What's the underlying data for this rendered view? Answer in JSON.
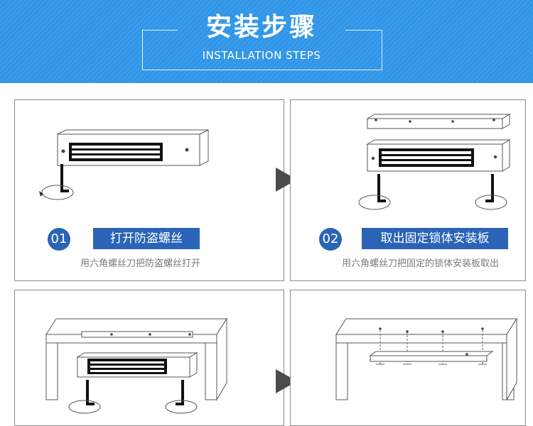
{
  "header": {
    "title": "安装步骤",
    "subtitle": "INSTALLATION STEPS"
  },
  "steps": [
    {
      "number": "01",
      "label": "打开防盗螺丝",
      "description": "用六角螺丝刀把防盗螺丝打开"
    },
    {
      "number": "02",
      "label": "取出固定锁体安装板",
      "description": "用六角螺丝刀把固定的锁体安装板取出"
    }
  ],
  "colors": {
    "header_bg": "#2f95e8",
    "badge_bg": "#2b64b6",
    "arrow": "#4b4b4b"
  }
}
